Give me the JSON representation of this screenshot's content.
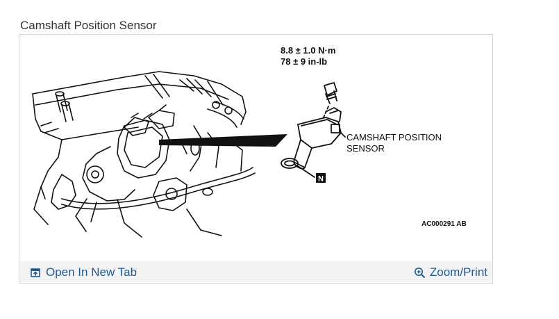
{
  "page": {
    "title": "Camshaft Position Sensor"
  },
  "figure": {
    "torque_metric": "8.8 ± 1.0 N·m",
    "torque_imperial": "78 ± 9 in-lb",
    "part_label_line1": "CAMSHAFT POSITION",
    "part_label_line2": "SENSOR",
    "callout_letter": "N",
    "figure_code": "AC000291 AB"
  },
  "footer": {
    "open_tab_label": "Open In New Tab",
    "zoom_label": "Zoom/Print",
    "open_tab_icon": "open-new-tab-icon",
    "zoom_icon": "zoom-magnifier-icon"
  },
  "colors": {
    "link": "#1d5a93",
    "footer_bg": "#f3f3f3",
    "border": "#d4d4d4"
  }
}
